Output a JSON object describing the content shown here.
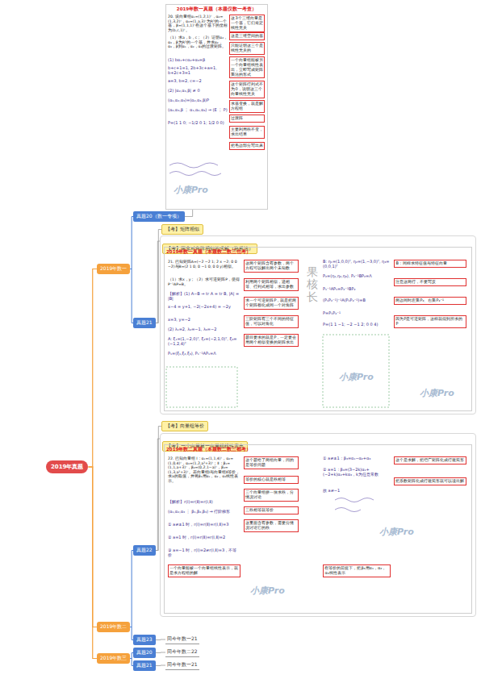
{
  "diagram": {
    "nodes": [
      {
        "text": [
          "2019年真题"
        ]
      },
      {
        "text": [
          "2019年数一"
        ]
      },
      {
        "text": [
          "真题20（数一专项）"
        ]
      },
      {
        "text": [
          "2019年数一真题（本题仅数一考查）"
        ]
      },
      {
        "text": [
          "这3个三维向量是一个基，它们肯定线性无关"
        ],
        "in": 3
      },
      {
        "text": [
          "这是三维空间的基"
        ],
        "in": 3
      },
      {
        "text": [
          "只能证明这三个是线性无关的"
        ],
        "in": 3
      },
      {
        "text": [
          "一个向量组能被另一个向量组线性表出，立即写成矩阵乘法的形式"
        ],
        "in": 3
      },
      {
        "text": [
          "这个矩阵行列式不为0，说明这三个向量线性无关"
        ],
        "in": 3
      },
      {
        "text": [
          "求基变换，就是解方程组"
        ],
        "in": 3
      },
      {
        "text": [
          "过渡阵"
        ],
        "in": 3
      },
      {
        "text": [
          "主要利用秩不变，求出结果"
        ],
        "in": 3
      },
      {
        "text": [
          "把毛边部分写出来"
        ],
        "in": 3
      },
      {
        "text": [
          "真题21"
        ]
      },
      {
        "text": [
          "【考】矩阵相似"
        ]
      },
      {
        "text": [
          "【考】两非对角阵相似的求解（路桥法）"
        ]
      },
      {
        "text": [
          "2019年数一真题（本题数二数三也考）"
        ],
        "in": 15
      },
      {
        "text": [
          "这两个矩阵含有参数，两个方程可以解出两个未知数"
        ],
        "in": 16
      },
      {
        "text": [
          "利用两个矩阵相似，迹相等、行列式相等，求出参数"
        ],
        "in": 16
      },
      {
        "text": [
          "求一个可逆矩阵P，就是把两个矩阵都化成同一个对角阵"
        ],
        "in": 16
      },
      {
        "text": [
          "三阶矩阵有三个不同的特征值，可以对角化"
        ],
        "in": 16
      },
      {
        "text": [
          "题目要求的就是P，一定要会用两个相似变换的矩阵求出"
        ],
        "in": 16
      },
      {
        "text": [
          "B：同样求特征值与特征向量"
        ],
        "in": 16
      },
      {
        "text": [
          "注意这两行，不要写反"
        ],
        "in": 16
      },
      {
        "text": [
          "两边同时左乘P₂、右乘P₂⁻¹"
        ],
        "in": 16
      },
      {
        "text": [
          "因为P是可逆矩阵，这样就得到所求的P"
        ],
        "in": 16
      },
      {
        "text": [
          "2019年数二"
        ]
      },
      {
        "text": [
          "真题22"
        ]
      },
      {
        "text": [
          "【考】向量组等价"
        ]
      },
      {
        "text": [
          "【考】一个向量被一向量组线性表出"
        ]
      },
      {
        "text": [
          "2019年数二真题（本题数二数三都考）"
        ],
        "in": 29
      },
      {
        "text": [
          "这个题给了两组向量，问的是等价问题"
        ],
        "in": 30
      },
      {
        "text": [
          "等价的核心就是秩相等"
        ],
        "in": 30
      },
      {
        "text": [
          "三个向量组拼一块求秩，分情况讨论"
        ],
        "in": 30
      },
      {
        "text": [
          "三秩相等就等价"
        ],
        "in": 30
      },
      {
        "text": [
          "这里面含有参数，需要分情况讨论它的秩"
        ],
        "in": 30
      },
      {
        "text": [
          "一个向量能被一个向量组线性表示，就是求方程组的解"
        ],
        "in": 30
      },
      {
        "text": [
          "这个是求解，把增广矩阵化成行最简形"
        ],
        "in": 30
      },
      {
        "text": [
          "把系数矩阵化成行最简形就可以读出解"
        ],
        "in": 30
      },
      {
        "text": [
          "在等价的前提下，把β₃用α₁，α₂，α₃线性表示"
        ],
        "in": 30
      },
      {
        "text": [
          "真题23"
        ]
      },
      {
        "text": [
          "同今年数一21"
        ]
      },
      {
        "text": [
          "2019年数三"
        ]
      },
      {
        "text": [
          "真题20"
        ]
      },
      {
        "text": [
          "同今年数二22"
        ]
      },
      {
        "text": [
          "真题21"
        ]
      },
      {
        "text": [
          "同今年数一21"
        ]
      }
    ],
    "edges": [
      {
        "from": 0,
        "to": 1,
        "arrow": "none"
      },
      {
        "from": 0,
        "to": 26,
        "arrow": "none"
      },
      {
        "from": 0,
        "to": 42,
        "arrow": "none"
      },
      {
        "from": 1,
        "to": 2,
        "arrow": "none"
      },
      {
        "from": 1,
        "to": 13,
        "arrow": "none"
      },
      {
        "from": 2,
        "to": 3,
        "arrow": "none"
      },
      {
        "from": 13,
        "to": 14,
        "arrow": "none"
      },
      {
        "from": 13,
        "to": 15,
        "arrow": "none"
      },
      {
        "from": 26,
        "to": 27,
        "arrow": "none"
      },
      {
        "from": 26,
        "to": 40,
        "arrow": "none"
      },
      {
        "from": 27,
        "to": 28,
        "arrow": "none"
      },
      {
        "from": 27,
        "to": 29,
        "arrow": "none"
      },
      {
        "from": 40,
        "to": 41,
        "arrow": "none"
      },
      {
        "from": 42,
        "to": 43,
        "arrow": "none"
      },
      {
        "from": 42,
        "to": 45,
        "arrow": "none"
      },
      {
        "from": 43,
        "to": 44,
        "arrow": "none"
      },
      {
        "from": 45,
        "to": 46,
        "arrow": "none"
      }
    ],
    "labels": [
      "20. 设向量组α₁=(1,2,1)ᵀ，α₂=(1,3,2)ᵀ，α₃=(1,a,3)ᵀ为R³的一个基，β=(1,1,1)ᵀ在这个基下的坐标为(b,c,1)ᵀ。",
      "（1）求a，b，c；（2）证明α₂，α₃，β为R³的一个基，并求α₂，α₃，β到α₁，α₂，α₃的过渡矩阵。",
      "(1) bα₁+cα₂+α₃=β",
      "b+c+1=1, 2b+3c+a=1, b+2c+3=1",
      "a=3, b=2, c=−2",
      "(2) |α₂,α₃,β| ≠ 0",
      "(α₁,α₂,α₃)=(α₂,α₃,β)P",
      "(α₂,α₃,β ⋮ α₁,α₂,α₃) → (E ⋮ P)",
      "P=(1 1 0; −1/2 0 1; 1/2 0 0)",
      "21. 已知矩阵A=(−2 −2 1; 2 x −2; 0 0 −2)与B=(2 1 0; 0 −1 0; 0 0 y)相似。",
      "（1）求x，y；（2）求可逆矩阵P，使得P⁻¹AP=B。",
      "【解析】(1) A∼B ⇒ tr A = tr B, |A| = |B|",
      "x−4 = y+1, −2(−2x+4) = −2y",
      "x=3, y=−2",
      "(2) λ₁=2, λ₂=−1, λ₃=−2",
      "A: ξ₁=(1,−2,0)ᵀ, ξ₂=(−2,1,0)ᵀ, ξ₃=(−1,2,4)ᵀ",
      "P₁=(ξ₁,ξ₂,ξ₃), P₁⁻¹AP₁=Λ",
      "B: η₁=(1,0,0)ᵀ, η₂=(1,−3,0)ᵀ, η₃=(0,0,1)ᵀ",
      "P₂=(η₁,η₂,η₃), P₂⁻¹BP₂=Λ",
      "P₁⁻¹AP₁=P₂⁻¹BP₂",
      "(P₁P₂⁻¹)⁻¹A(P₁P₂⁻¹)=B",
      "P=P₁P₂⁻¹",
      "P=(1 1 −1; −2 −1 2; 0 0 4)",
      "22. 已知向量组 Ⅰ：α₁=(1,1,4)ᵀ，α₂=(1,0,4)ᵀ，α₃=(1,2,a²+3)ᵀ；Ⅱ：β₁=(1,1,a+3)ᵀ，β₂=(0,2,1−a)ᵀ，β₃=(1,3,a²+3)ᵀ。若向量组Ⅰ与向量组Ⅱ等价，求a的取值，并将β₃用α₁，α₂，α₃线性表示。",
      "【解析】r(Ⅰ)=r(Ⅱ)=r(Ⅰ,Ⅱ)",
      "(α₁,α₂,α₃ ⋮ β₁,β₂,β₃) → 行阶梯形",
      "① a≠±1 时，r(Ⅰ)=r(Ⅱ)=r(Ⅰ,Ⅱ)=3",
      "② a=1 时，r(Ⅰ)=r(Ⅱ)=r(Ⅰ,Ⅱ)=2",
      "③ a=−1 时，r(Ⅰ)=2≠r(Ⅰ,Ⅱ)=3，不等价",
      "① a≠±1：β₃=α₁−α₂+α₃",
      "② a=1：β₃=(3−2k)α₁+(−2+k)α₂+kα₃，k为任意常数",
      "故 a≠−1",
      "小康Pro",
      "小康Pro",
      "小康Pro",
      "小康Pro",
      "小康Pro",
      "果核长"
    ]
  }
}
